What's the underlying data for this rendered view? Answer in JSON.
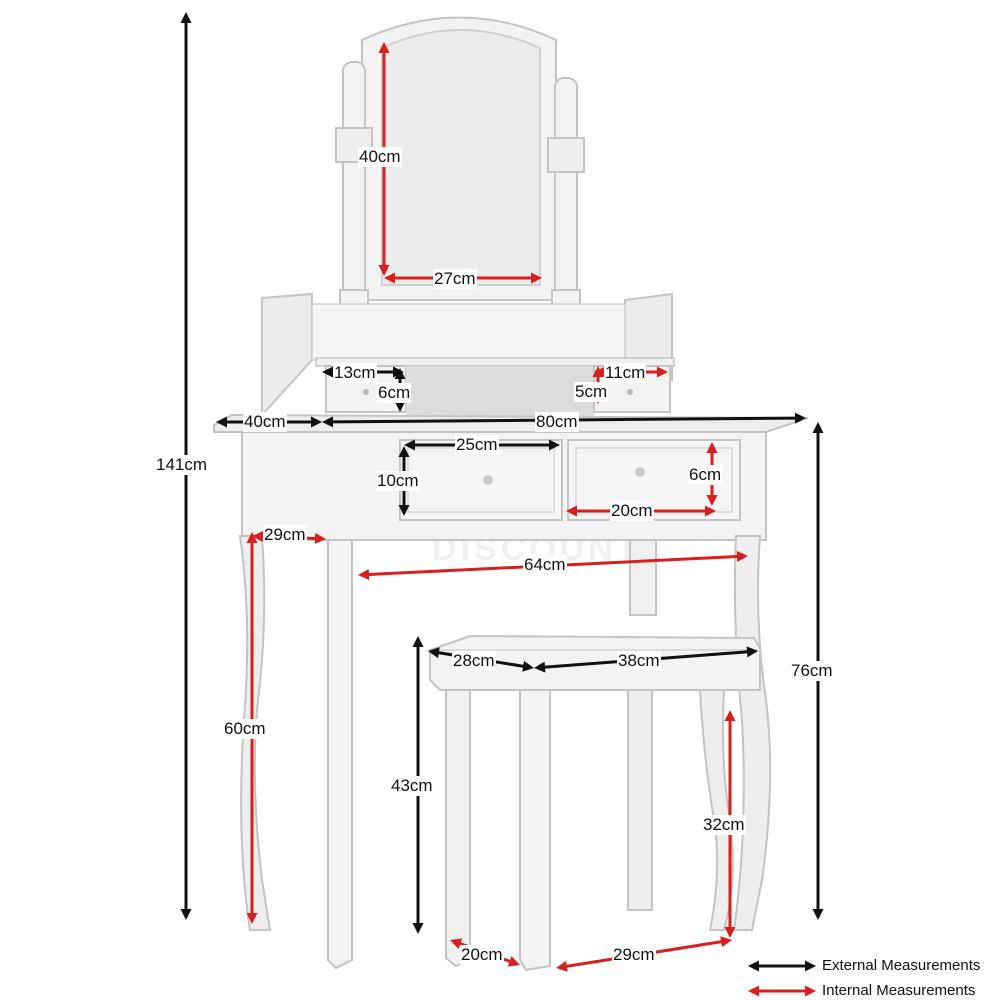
{
  "colors": {
    "external": "#111111",
    "internal": "#d81e1e",
    "furniture_fill": "#f3f3f3",
    "furniture_shade": "#dedede",
    "furniture_edge": "#c4c4c4"
  },
  "watermark": "DISCOUNT",
  "dimensions": {
    "total_height": "141cm",
    "mirror_height": "40cm",
    "mirror_width": "27cm",
    "drawer_small_left_width": "13cm",
    "drawer_small_left_height": "6cm",
    "drawer_small_right_width": "11cm",
    "drawer_small_right_height": "5cm",
    "table_depth": "40cm",
    "table_width": "80cm",
    "drawer_large_width": "25cm",
    "drawer_large_height": "10cm",
    "drawer_inner_height": "6cm",
    "drawer_inner_width": "20cm",
    "leg_depth_gap": "29cm",
    "leg_width_gap": "64cm",
    "leg_height": "60cm",
    "table_height": "76cm",
    "stool_depth": "28cm",
    "stool_width": "38cm",
    "stool_height": "43cm",
    "stool_leg_height": "32cm",
    "stool_leg_depth_gap": "20cm",
    "stool_leg_width_gap": "29cm"
  },
  "legend": {
    "external": "External Measurements",
    "internal": "Internal Measurements"
  }
}
